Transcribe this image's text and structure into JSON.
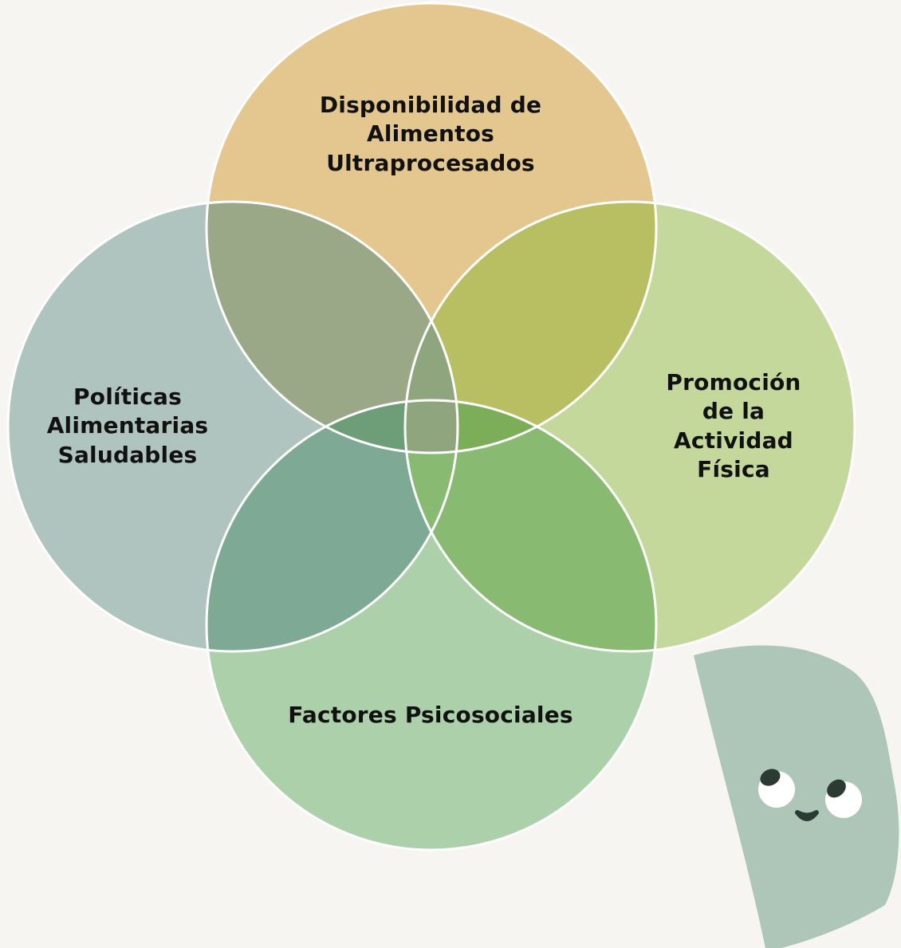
{
  "diagram": {
    "type": "venn",
    "sets": [
      {
        "id": "top",
        "lines": [
          "Disponibilidad de",
          "Alimentos",
          "Ultraprocesados"
        ],
        "color": "#e3c78e"
      },
      {
        "id": "right",
        "lines": [
          "Promoción",
          "de la",
          "Actividad",
          "Física"
        ],
        "color": "#c0d595"
      },
      {
        "id": "left",
        "lines": [
          "Políticas",
          "Alimentarias",
          "Saludables"
        ],
        "color": "#a7bfb8"
      },
      {
        "id": "bottom",
        "lines": [
          "Factores Psicosociales"
        ],
        "color": "#9fca9e"
      }
    ]
  },
  "mascot": {
    "icon": "smiling-blob-mascot-icon",
    "body_color": "#aec6b7",
    "eye_color": "#2b3a33"
  },
  "background_color": "#f6f5f1"
}
